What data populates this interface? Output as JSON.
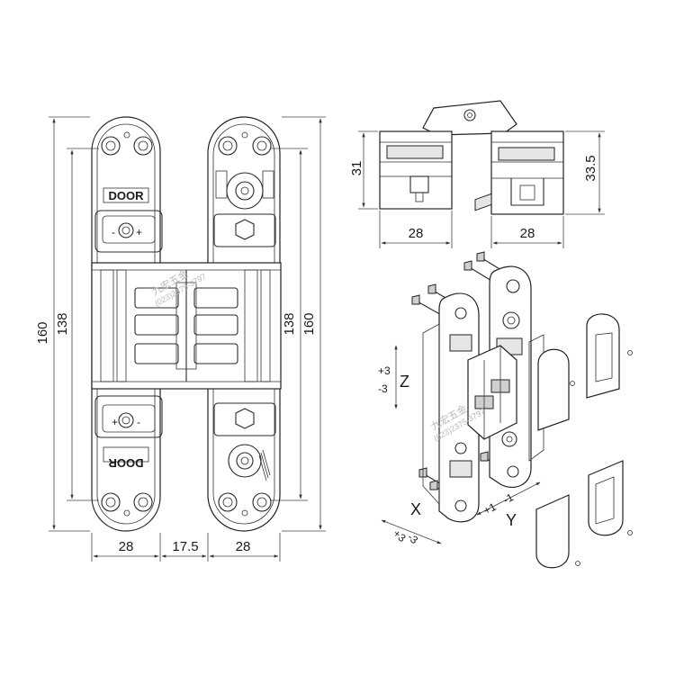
{
  "front_view": {
    "dim_height_outer": "160",
    "dim_height_inner": "138",
    "dim_width_left": "28",
    "dim_width_gap": "17.5",
    "dim_width_right": "28",
    "label_top": "DOOR",
    "label_bottom": "DOOR",
    "adjust_plus": "+",
    "adjust_minus": "-"
  },
  "top_view": {
    "dim_height_left": "31",
    "dim_height_right": "33.5",
    "dim_width_left": "28",
    "dim_width_right": "28"
  },
  "iso_view": {
    "axis_z": "Z",
    "axis_z_plus": "+3",
    "axis_z_minus": "-3",
    "axis_x": "X",
    "axis_x_plus": "+3",
    "axis_x_minus": "-3",
    "axis_y": "Y",
    "axis_y_plus": "+1",
    "axis_y_minus": "-1"
  },
  "watermark": {
    "line1": "九宏五金",
    "line2": "(023)2375-3797"
  }
}
